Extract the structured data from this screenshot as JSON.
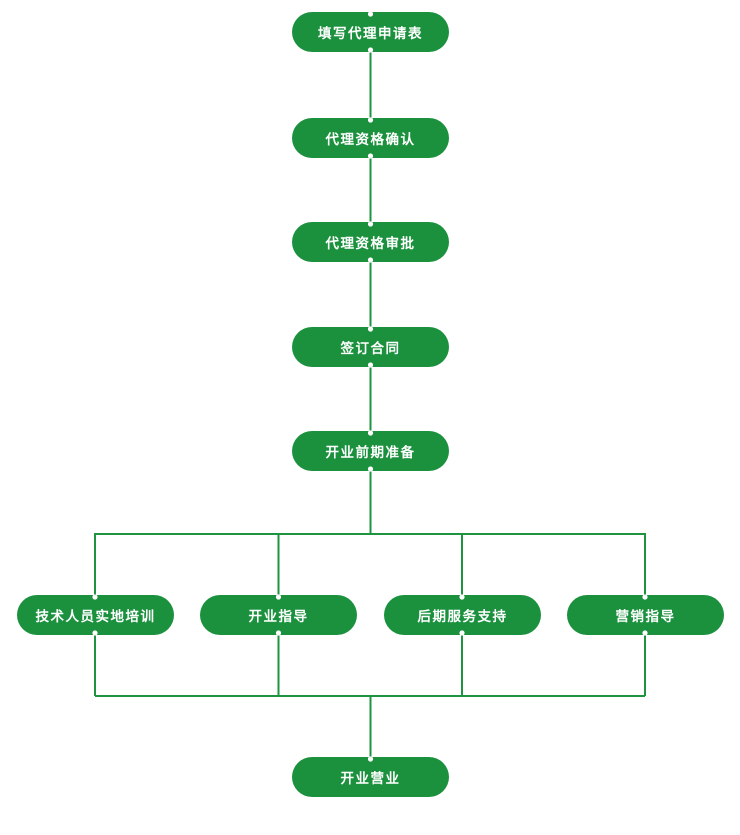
{
  "flow": {
    "main_steps": [
      "填写代理申请表",
      "代理资格确认",
      "代理资格审批",
      "签订合同",
      "开业前期准备"
    ],
    "branches": [
      "技术人员实地培训",
      "开业指导",
      "后期服务支持",
      "营销指导"
    ],
    "final_step": "开业营业"
  },
  "colors": {
    "node_fill": "#1b913e",
    "connector": "#1e9440",
    "node_text": "#ffffff"
  }
}
